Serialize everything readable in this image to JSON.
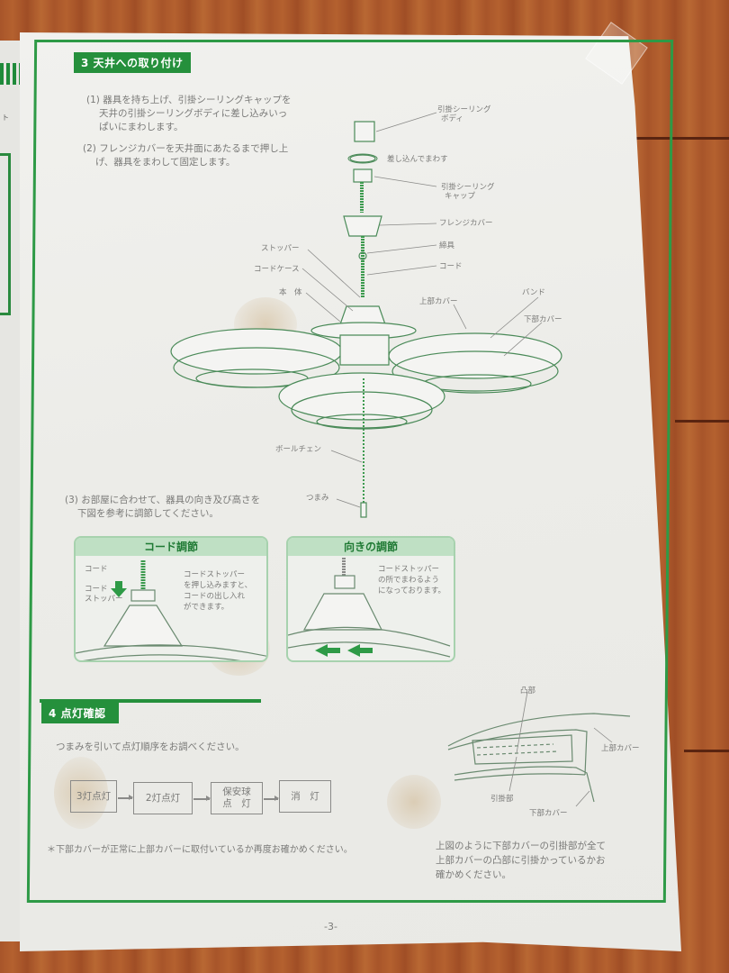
{
  "document": {
    "page_number": "-3-",
    "left_page_fragment": "ト"
  },
  "section3": {
    "title": "3 天井への取り付け",
    "steps": [
      {
        "line1": "(1) 器具を持ち上げ、引掛シーリングキャップを",
        "line2": "天井の引掛シーリングボディに差し込みいっ",
        "line3": "ぱいにまわします。"
      },
      {
        "line1": "(2) フレンジカバーを天井面にあたるまで押し上",
        "line2": "げ、器具をまわして固定します。"
      },
      {
        "line1": "(3) お部屋に合わせて、器具の向き及び高さを",
        "line2": "下図を参考に調節してください。"
      }
    ],
    "diagram_labels": {
      "ceiling_body": [
        "引掛シーリング",
        "ボディ"
      ],
      "insert_rotate": "差し込んでまわす",
      "ceiling_cap": [
        "引掛シーリング",
        "キャップ"
      ],
      "flange_cover": "フレンジカバー",
      "stopper": "ストッパー",
      "fitting": "締具",
      "cord_case": "コードケース",
      "cord": "コード",
      "main_body": "本　体",
      "upper_cover": "上部カバー",
      "band": "バンド",
      "lower_cover": "下部カバー",
      "ball_chain": "ボールチェン",
      "knob": "つまみ"
    }
  },
  "cord_panel": {
    "title": "コード調節",
    "labels": {
      "cord": "コード",
      "cord_stopper": [
        "コード",
        "ストッパー"
      ]
    },
    "note": [
      "コードストッパー",
      "を押し込みますと、",
      "コードの出し入れ",
      "ができます。"
    ]
  },
  "direction_panel": {
    "title": "向きの調節",
    "note": [
      "コードストッパー",
      "の所でまわるよう",
      "になっております。"
    ]
  },
  "section4": {
    "title": "4 点灯確認",
    "instruction": "つまみを引いて点灯順序をお調べください。",
    "flow": [
      {
        "label": "3灯点灯"
      },
      {
        "label": "2灯点灯"
      },
      {
        "label": "保安球\n点　灯"
      },
      {
        "label": "消　灯"
      }
    ],
    "footnote": "＊下部カバーが正常に上部カバーに取付いているか再度お確かめください。",
    "detail_labels": {
      "convex": "凸部",
      "upper_cover": "上部カバー",
      "hook": "引掛部",
      "lower_cover": "下部カバー"
    },
    "detail_note": [
      "上図のように下部カバーの引掛部が全て",
      "上部カバーの凸部に引掛かっているかお",
      "確かめください。"
    ]
  },
  "colors": {
    "accent_green": "#25903c",
    "panel_green": "#bfe0c4",
    "text_gray": "#7a7a78",
    "paper": "#ececE8",
    "wood": "#a8552a"
  }
}
